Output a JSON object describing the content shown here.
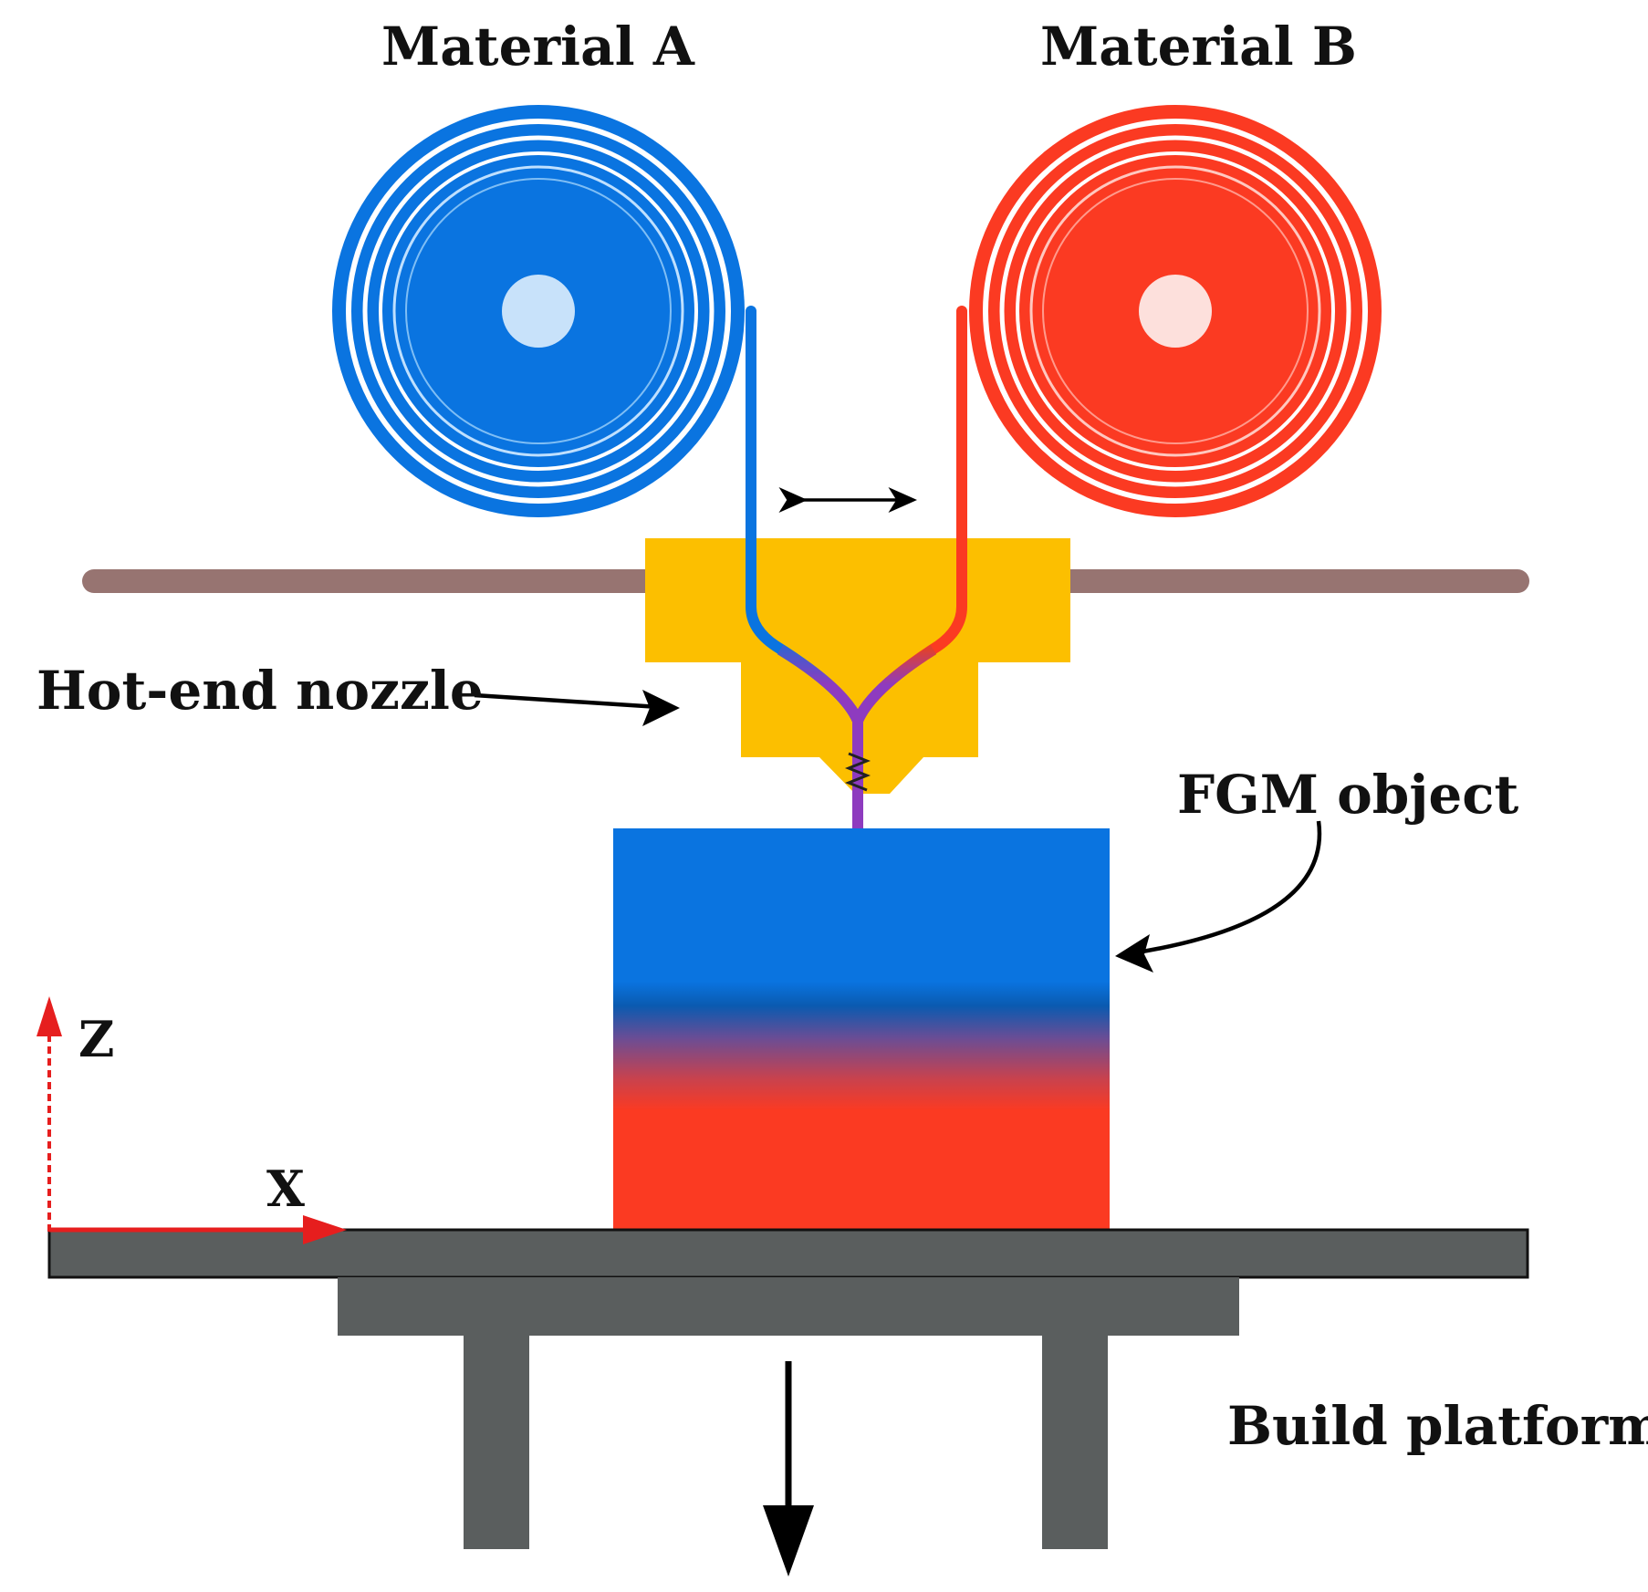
{
  "labels": {
    "material_a": "Material A",
    "material_b": "Material B",
    "hot_end_nozzle": "Hot-end nozzle",
    "fgm_object": "FGM object",
    "build_platform": "Build platform",
    "axis_z": "Z",
    "axis_x": "X"
  },
  "colors": {
    "material_a": "#0a74e0",
    "material_b": "#fb3a22",
    "mixed_filament": "#8e3bbf",
    "nozzle_body": "#fcbf00",
    "guide_rail": "#977471",
    "platform": "#5a5e5e",
    "axis": "#e61e1e",
    "arrow": "#000000",
    "spool_hub_a": "#c8e2fa",
    "spool_hub_b": "#fde0dc"
  },
  "icons": {
    "spool_a": "filament-spool-icon",
    "spool_b": "filament-spool-icon",
    "nozzle": "hot-end-nozzle-icon",
    "platform": "build-platform-icon",
    "move_arrow": "double-headed-arrow-icon",
    "down_arrow": "arrow-down-icon"
  }
}
